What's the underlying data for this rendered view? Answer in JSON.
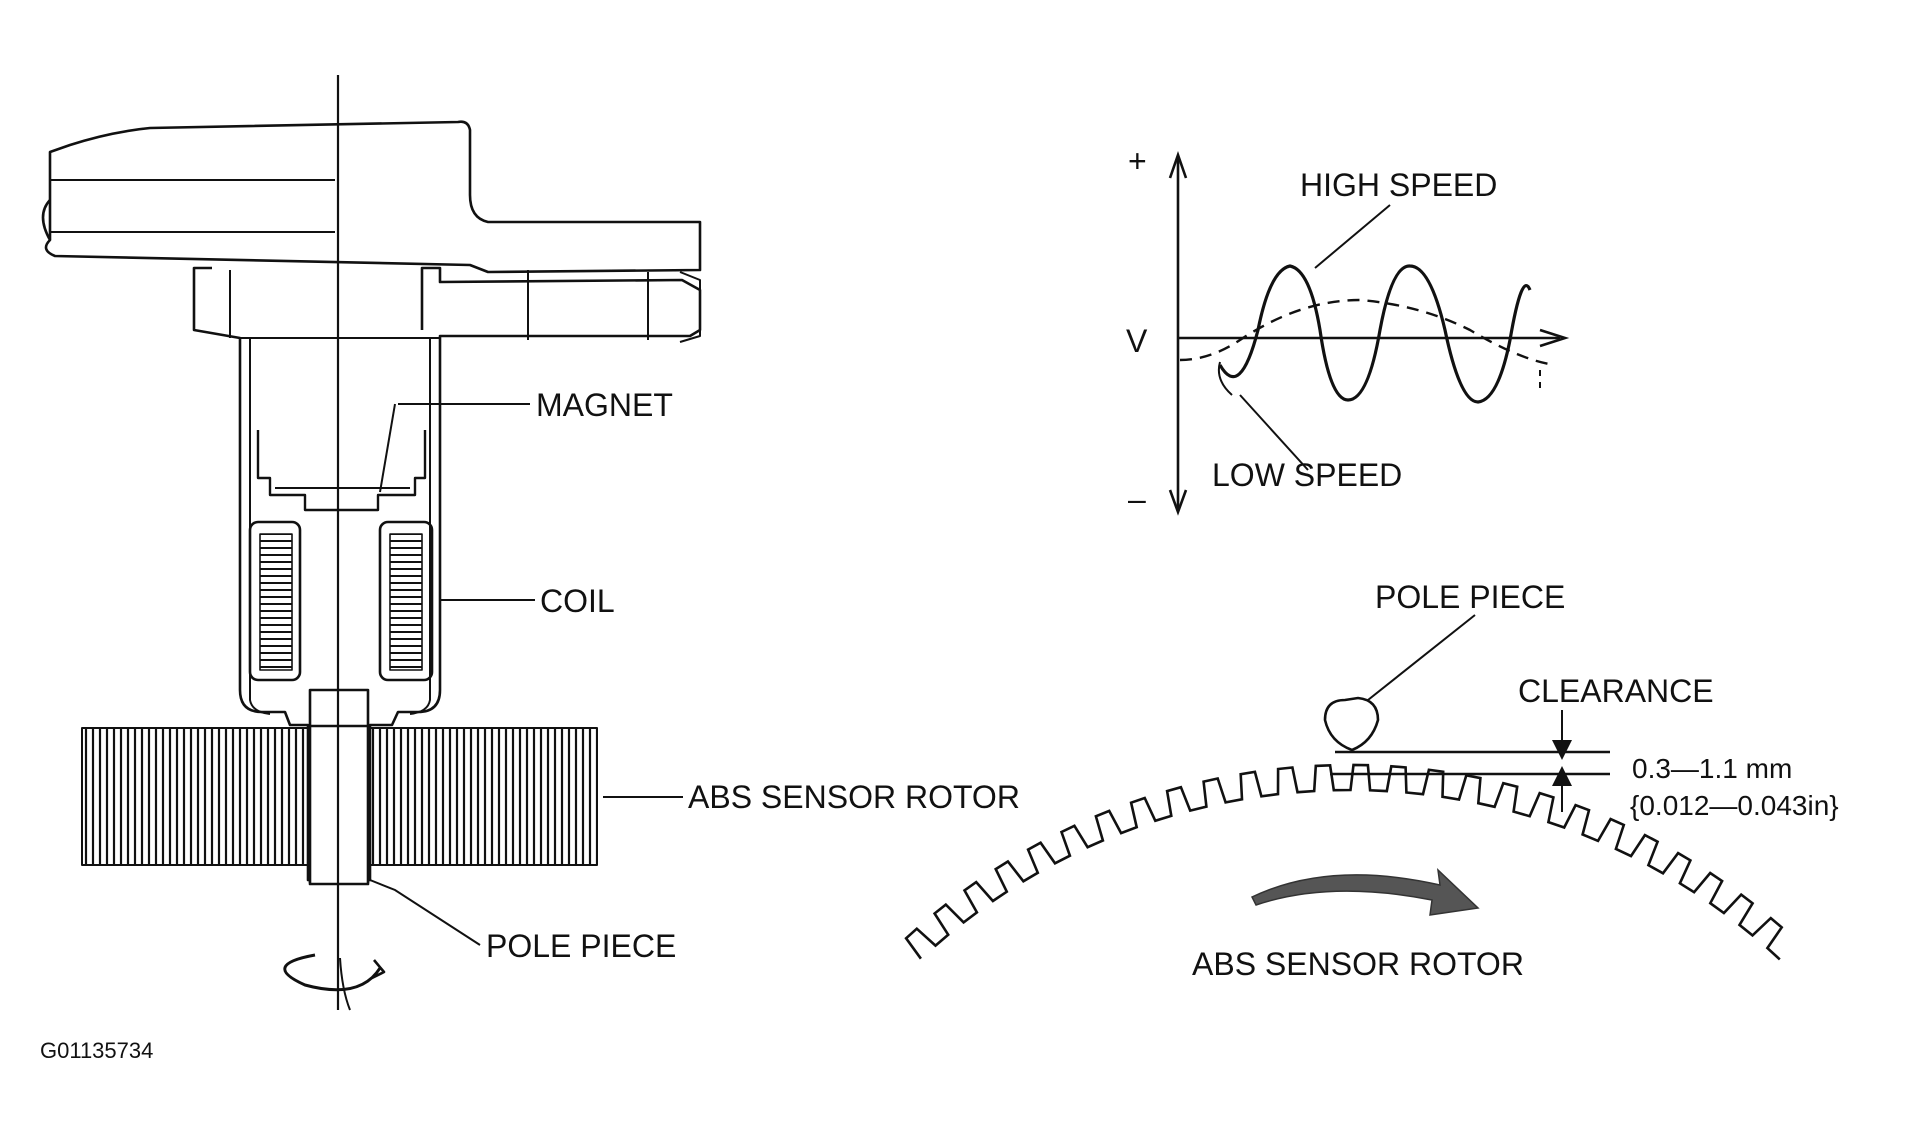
{
  "figure_code": "G01135734",
  "sensor_diagram": {
    "magnet_label": "MAGNET",
    "coil_label": "COIL",
    "rotor_label": "ABS SENSOR ROTOR",
    "pole_piece_label": "POLE PIECE"
  },
  "waveform_graph": {
    "y_axis_label": "V",
    "plus_sign": "+",
    "minus_sign": "–",
    "high_speed_label": "HIGH SPEED",
    "low_speed_label": "LOW SPEED"
  },
  "clearance_detail": {
    "pole_piece_label": "POLE PIECE",
    "clearance_label": "CLEARANCE",
    "clearance_mm": "0.3—1.1 mm",
    "clearance_in": "{0.012—0.043in}",
    "rotor_label": "ABS SENSOR ROTOR"
  },
  "colors": {
    "ink": "#111111",
    "background": "#ffffff"
  }
}
